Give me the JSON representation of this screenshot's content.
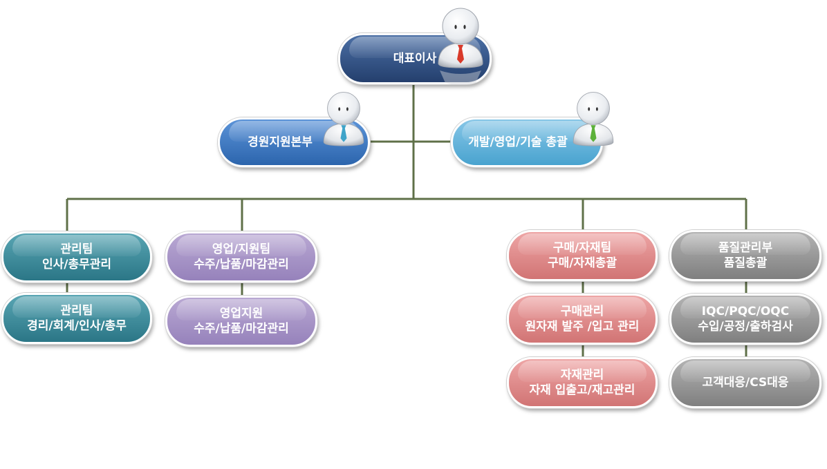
{
  "diagram": {
    "ceo": {
      "label": "대표이사"
    },
    "divisions": [
      {
        "label": "경원지원본부",
        "tie_color": "#3fa4c9"
      },
      {
        "label": "개발/영업/기술 총괄",
        "tie_color": "#5cb13a"
      }
    ],
    "ceo_tie_color": "#d93a2a",
    "teams": [
      {
        "color": "teal",
        "boxes": [
          {
            "line1": "관리팀",
            "line2": "인사/총무관리"
          },
          {
            "line1": "관리팀",
            "line2": "경리/회계/인사/총무"
          }
        ]
      },
      {
        "color": "purple",
        "boxes": [
          {
            "line1": "영업/지원팀",
            "line2": "수주/납품/마감관리"
          },
          {
            "line1": "영업지원",
            "line2": "수주/납품/마감관리"
          }
        ]
      },
      {
        "color": "pink",
        "boxes": [
          {
            "line1": "구매/자재팀",
            "line2": "구매/자재총괄"
          },
          {
            "line1": "구매관리",
            "line2": "원자재 발주 /입고 관리"
          },
          {
            "line1": "자재관리",
            "line2": "자재 입출고/재고관리"
          }
        ]
      },
      {
        "color": "gray",
        "boxes": [
          {
            "line1": "품질관리부",
            "line2": "품질총괄"
          },
          {
            "line1": "IQC/PQC/OQC",
            "line2": "수입/공정/출하검사"
          },
          {
            "line1": "고객대응/CS대응",
            "line2": ""
          }
        ]
      }
    ],
    "connector_color": "#5f7048"
  }
}
